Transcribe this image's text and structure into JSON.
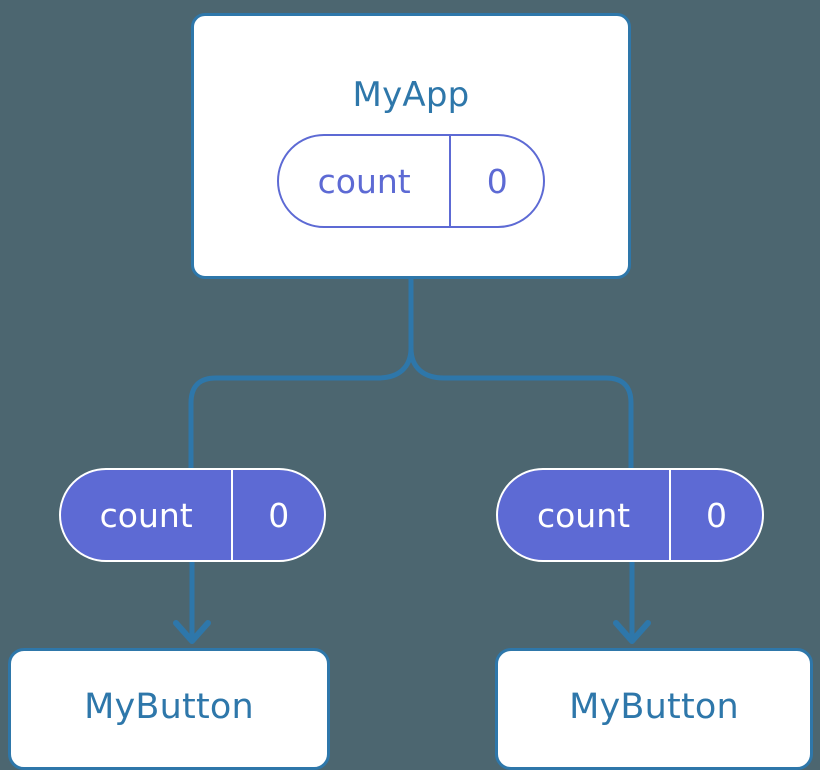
{
  "diagram": {
    "type": "component-state-tree",
    "background_color": "#4c6670",
    "accent_blue": "#2e77aa",
    "accent_indigo": "#5d6ad4",
    "root": {
      "name": "root-component",
      "title": "MyApp",
      "state": {
        "key": "count",
        "value": "0"
      }
    },
    "children": [
      {
        "name": "child-left",
        "title": "MyButton",
        "prop": {
          "key": "count",
          "value": "0"
        }
      },
      {
        "name": "child-right",
        "title": "MyButton",
        "prop": {
          "key": "count",
          "value": "0"
        }
      }
    ],
    "connectors": {
      "trunk": "root-to-fork",
      "branch_left": "fork-to-left-child",
      "branch_right": "fork-to-right-child",
      "arrow_left": "left-prop-to-left-button",
      "arrow_right": "right-prop-to-right-button"
    }
  }
}
